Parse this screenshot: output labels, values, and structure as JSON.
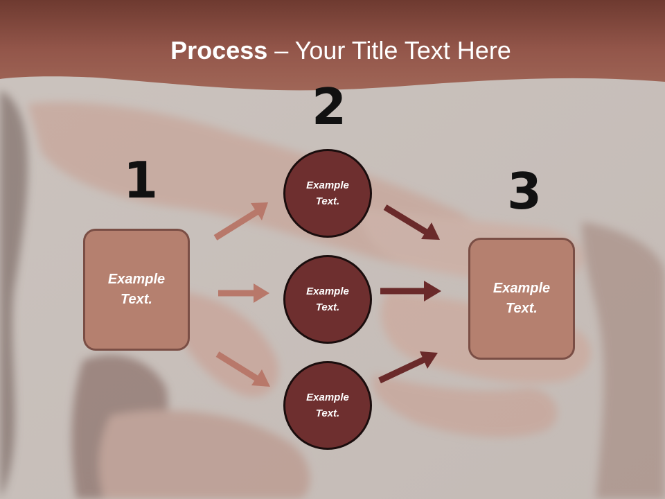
{
  "slide": {
    "title_bold": "Process",
    "title_rest": " – Your Title Text Here",
    "steps": [
      {
        "number": "1",
        "text": "Example\nText."
      },
      {
        "number": "2",
        "text": ""
      },
      {
        "number": "3",
        "text": "Example\nText."
      }
    ],
    "circles": [
      {
        "text": "Example\nText."
      },
      {
        "text": "Example\nText."
      },
      {
        "text": "Example\nText."
      }
    ]
  },
  "colors": {
    "header": "#8e4f43",
    "box_fill": "#b5806f",
    "circle_fill": "#6e2f2f",
    "arrow_light": "#b8786a",
    "arrow_dark": "#6a2a2a"
  }
}
